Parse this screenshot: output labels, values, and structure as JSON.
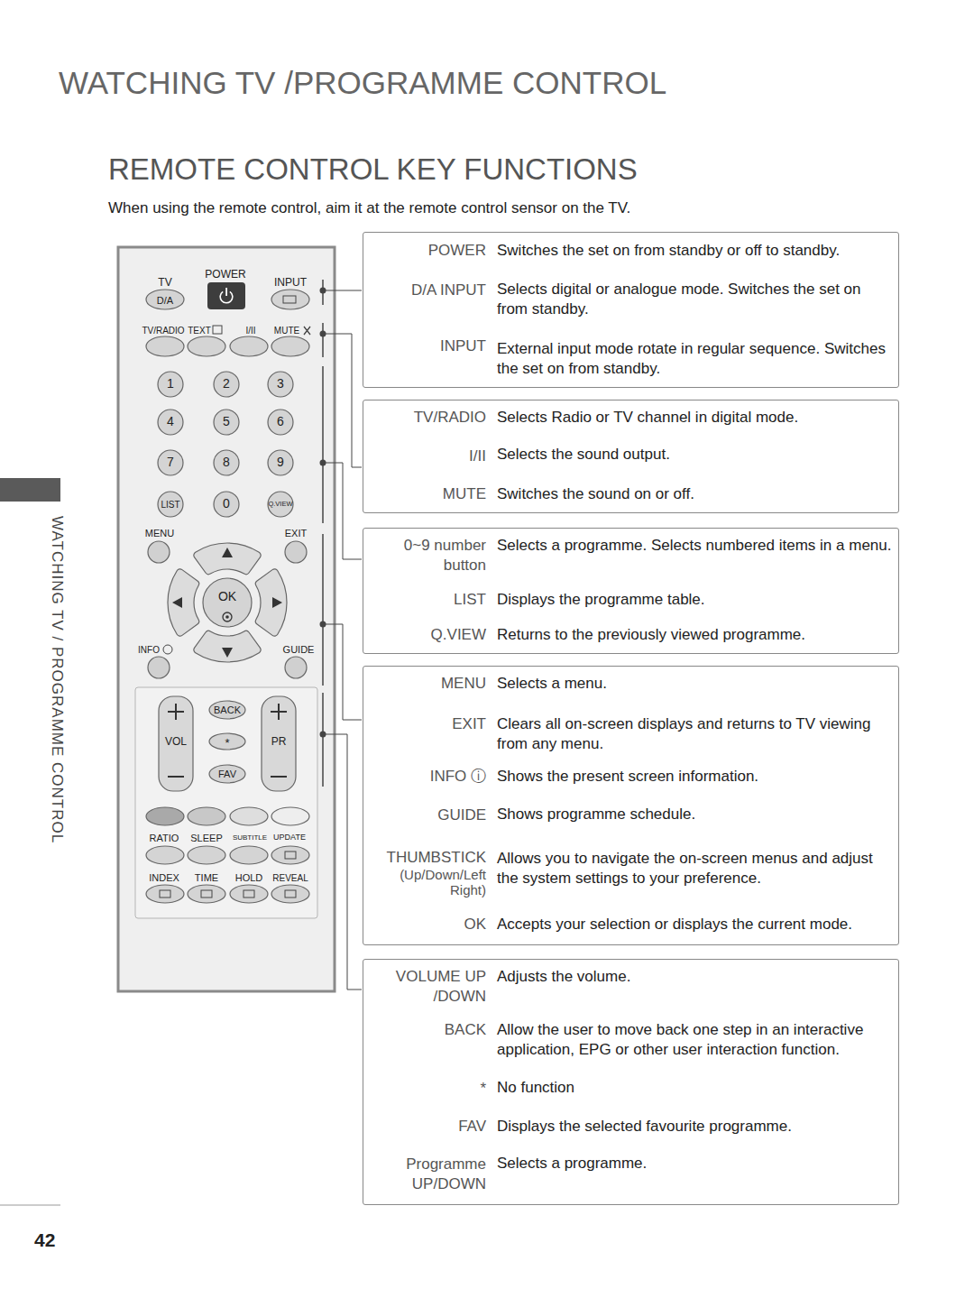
{
  "diagram": {
    "title": "REMOTE CONTROL KEY FUNCTIONS",
    "nodes": [
      {
        "text": [
          "POWER",
          "Switches the set on from standby or off to standby.",
          "D/A INPUT",
          "Selects digital or analogue mode. Switches the set on from standby.",
          "INPUT",
          "External input mode rotate in regular sequence. Switches the set on from standby."
        ]
      },
      {
        "text": [
          "TV/RADIO",
          "Selects Radio or TV channel in digital mode.",
          "I/II",
          "Selects the sound output.",
          "MUTE",
          "Switches the sound on or off."
        ]
      },
      {
        "text": [
          "0~9 number button",
          "Selects a programme. Selects numbered items in a menu.",
          "LIST",
          "Displays the programme table.",
          "Q.VIEW",
          "Returns to the previously viewed programme."
        ]
      },
      {
        "text": [
          "MENU",
          "Selects a menu.",
          "EXIT",
          "Clears all on-screen displays and returns to TV viewing from any menu.",
          "INFO ⓘ",
          "Shows the present screen information.",
          "GUIDE",
          "Shows programme schedule.",
          "THUMBSTICK",
          "(Up/Down/Left Right)",
          "Allows you to navigate the on-screen menus and adjust the system settings to your preference.",
          "OK",
          "Accepts your selection or displays the current mode."
        ]
      },
      {
        "text": [
          "VOLUME UP /DOWN",
          "Adjusts the volume.",
          "BACK",
          "Allow the user to move back one step in an interactive application, EPG or other user interaction function.",
          "*",
          "No function",
          "FAV",
          "Displays the selected favourite programme.",
          "Programme UP/DOWN",
          "Selects a programme."
        ]
      }
    ],
    "labels": [
      "WATCHING TV /PROGRAMME CONTROL",
      "When using the remote control, aim it at the remote control sensor on the TV.",
      "WATCHING TV / PROGRAMME CONTROL",
      "42",
      "TV",
      "POWER",
      "INPUT",
      "D/A",
      "TV/RADIO",
      "TEXT",
      "I/II",
      "MUTE",
      "1",
      "2",
      "3",
      "4",
      "5",
      "6",
      "7",
      "8",
      "9",
      "LIST",
      "0",
      "Q.VIEW",
      "MENU",
      "EXIT",
      "OK",
      "INFO",
      "GUIDE",
      "BACK",
      "VOL",
      "*",
      "PR",
      "FAV",
      "RATIO",
      "SLEEP",
      "SUBTITLE",
      "UPDATE",
      "INDEX",
      "TIME",
      "HOLD",
      "REVEAL"
    ]
  }
}
